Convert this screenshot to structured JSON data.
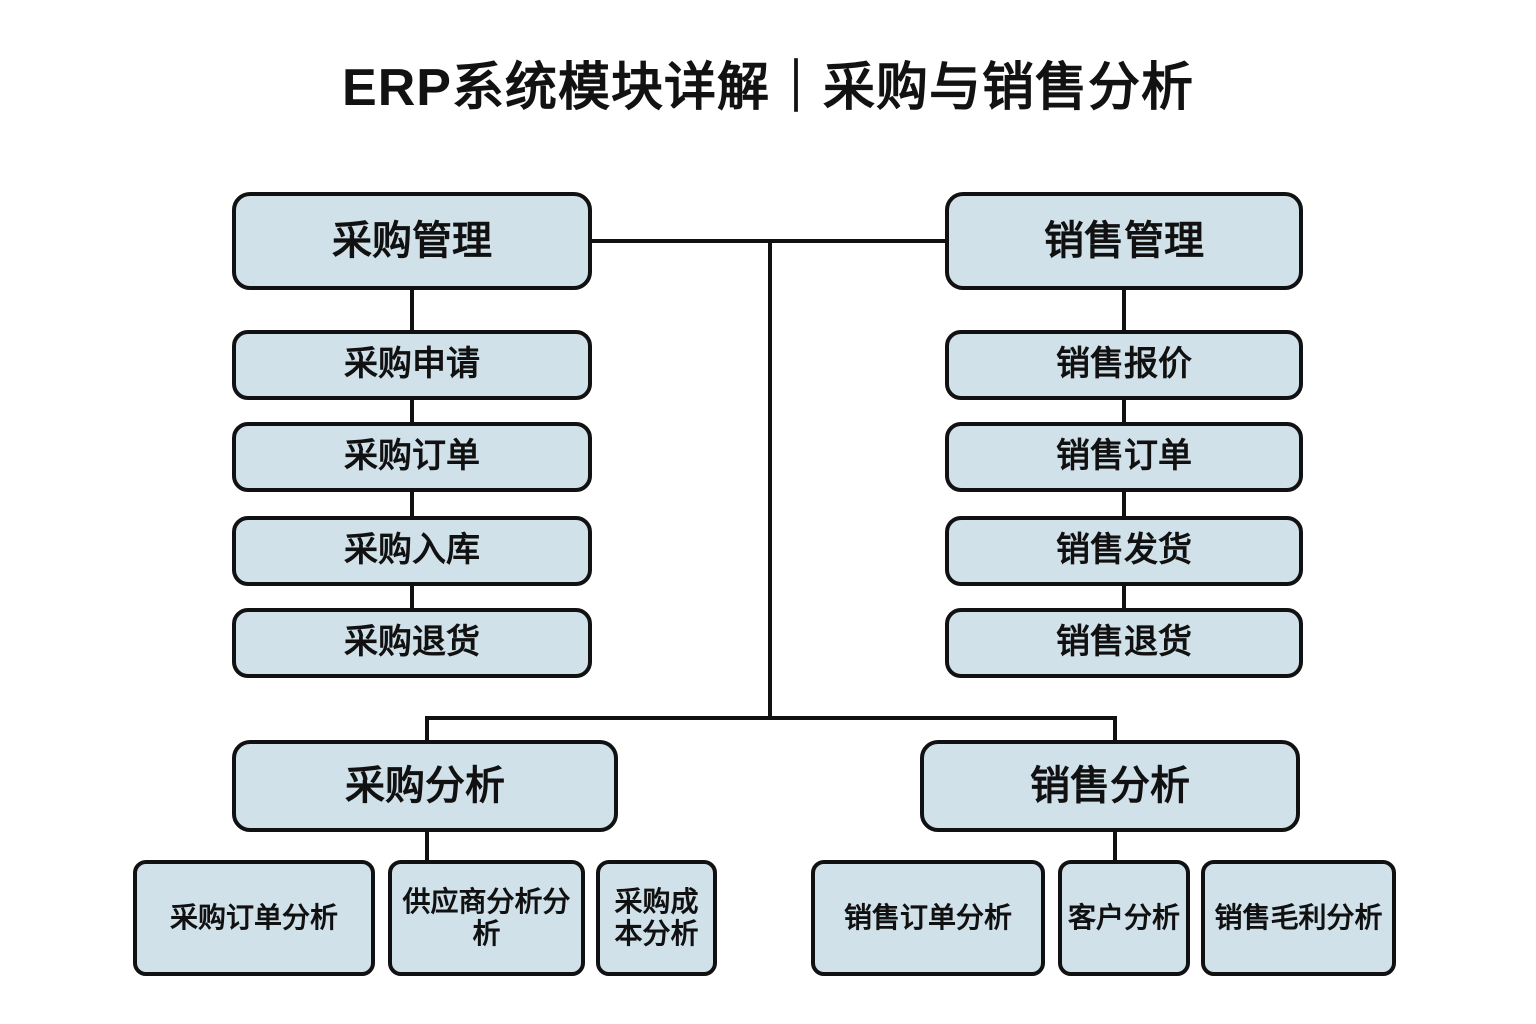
{
  "diagram": {
    "title": "ERP系统模块详解｜采购与销售分析",
    "type": "org-chart",
    "colors": {
      "node_fill": "#d0e1ea",
      "node_border": "#111111",
      "text": "#111111",
      "background": "#ffffff"
    },
    "branches": [
      {
        "id": "purchase",
        "head": "采购管理",
        "steps": [
          "采购申请",
          "采购订单",
          "采购入库",
          "采购退货"
        ],
        "analysis": {
          "label": "采购分析",
          "children": [
            "采购订单分析",
            "供应商分析分析",
            "采购成本分析"
          ]
        }
      },
      {
        "id": "sales",
        "head": "销售管理",
        "steps": [
          "销售报价",
          "销售订单",
          "销售发货",
          "销售退货"
        ],
        "analysis": {
          "label": "销售分析",
          "children": [
            "销售订单分析",
            "客户分析",
            "销售毛利分析"
          ]
        }
      }
    ]
  }
}
